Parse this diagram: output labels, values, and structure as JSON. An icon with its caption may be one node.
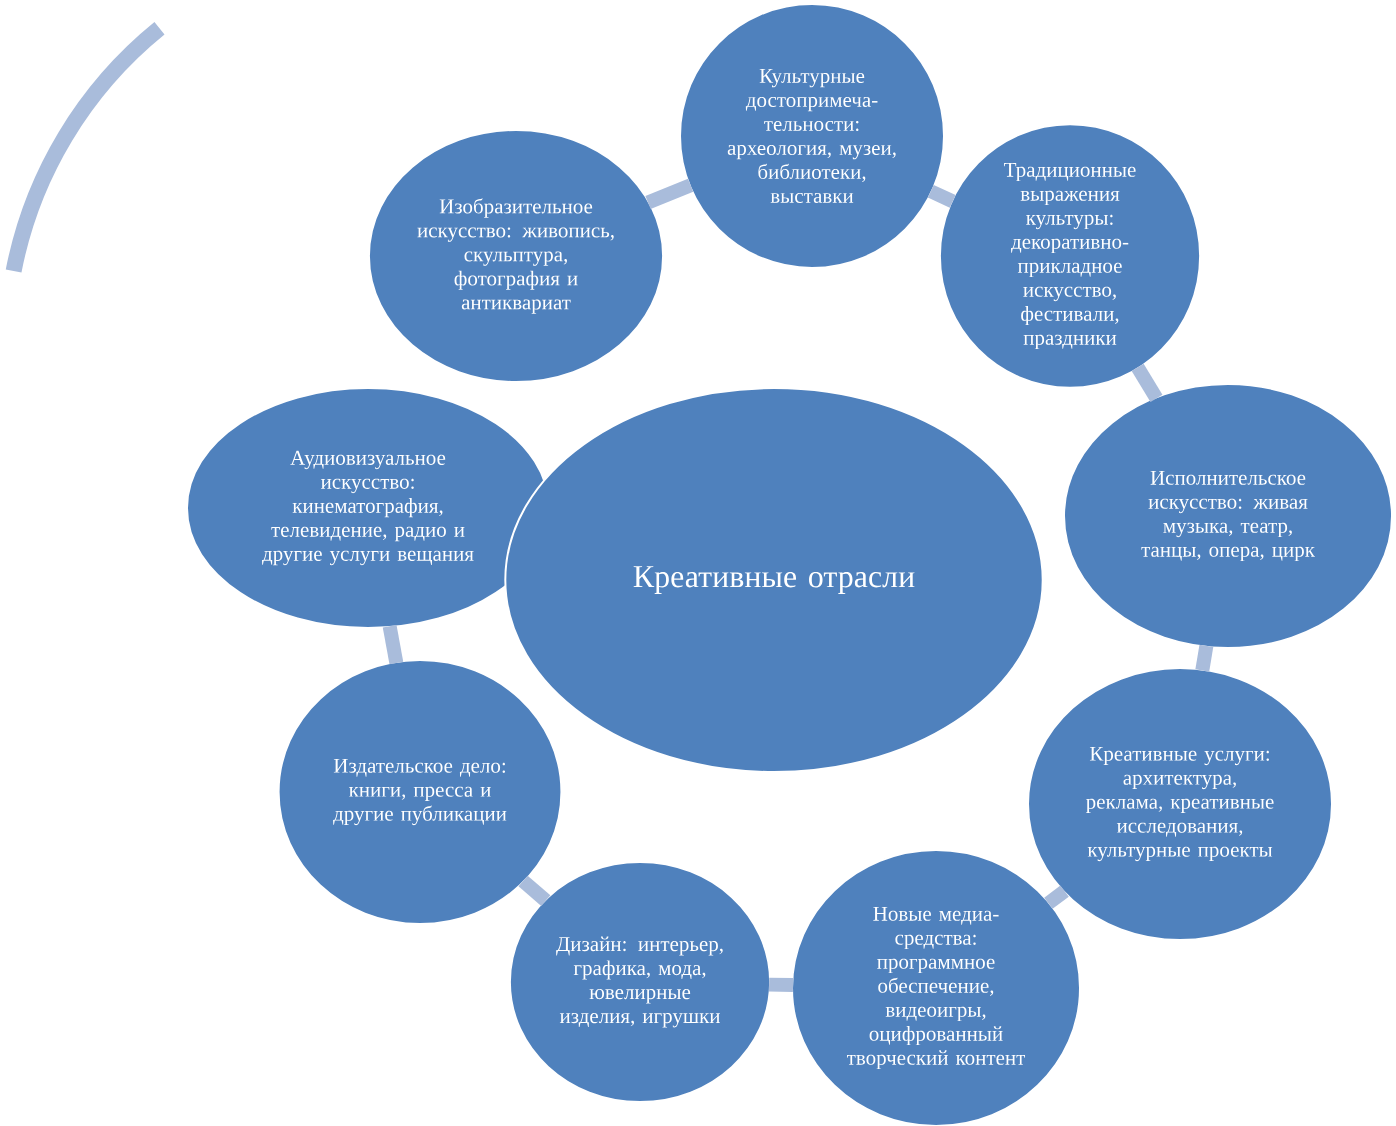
{
  "diagram": {
    "nodes": [
      {
        "text": [
          "Культурные достопримеча-тельности: археология, музеи, библиотеки, выставки"
        ]
      },
      {
        "text": [
          "Традиционные выражения культуры: декоративно-прикладное искусство, фестивали, праздники"
        ]
      },
      {
        "text": [
          "Исполнительское искусство: живая музыка, театр, танцы, опера, цирк"
        ]
      },
      {
        "text": [
          "Креативные услуги: архитектура, реклама, креативные исследования, культурные проекты"
        ]
      },
      {
        "text": [
          "Новые медиа-средства: программное обеспечение, видеоигры, оцифрованный творческий контент"
        ]
      },
      {
        "text": [
          "Дизайн: интерьер, графика, мода, ювелирные изделия, игрушки"
        ]
      },
      {
        "text": [
          "Издательское дело: книги, пресса и другие публикации"
        ]
      },
      {
        "text": [
          "Аудиовизуальное искусство: кинематография, телевидение, радио и другие услуги вещания"
        ]
      },
      {
        "text": [
          "Изобразительное искусство: живопись, скульптура, фотография и антиквариат"
        ]
      },
      {
        "text": [
          "Креативные отрасли"
        ]
      }
    ],
    "edges": [
      {
        "from": 0,
        "to": 1,
        "arrow": "none"
      },
      {
        "from": 1,
        "to": 2,
        "arrow": "none"
      },
      {
        "from": 2,
        "to": 3,
        "arrow": "none"
      },
      {
        "from": 3,
        "to": 4,
        "arrow": "none"
      },
      {
        "from": 4,
        "to": 5,
        "arrow": "none"
      },
      {
        "from": 5,
        "to": 6,
        "arrow": "none"
      },
      {
        "from": 6,
        "to": 7,
        "arrow": "none"
      },
      {
        "from": 8,
        "to": 0,
        "arrow": "none"
      }
    ]
  }
}
